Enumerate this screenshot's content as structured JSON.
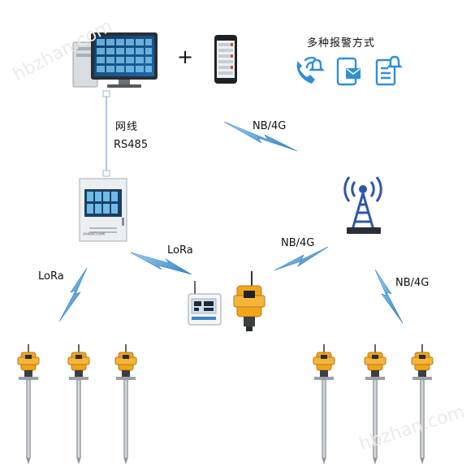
{
  "title": "多种报警方式",
  "links": {
    "cable": "网线",
    "rs485": "RS485",
    "nb_top": "NB/4G",
    "nb_mid": "NB/4G",
    "nb_right": "NB/4G",
    "lora_mid": "LoRa",
    "lora_left": "LoRa"
  },
  "plus": "+",
  "gateway_caption": "多功能采集平台终端",
  "watermark": "hbzhan.com",
  "colors": {
    "alarm_blue": "#2f8fd8",
    "bolt_blue": "#3a86c8",
    "sensor_yellow": "#f2a51a",
    "tower_blue": "#2d56a8",
    "rod_gray": "#b9bdc2"
  },
  "icons": [
    "phone-bell-icon",
    "mobile-mail-icon",
    "document-bell-icon"
  ]
}
